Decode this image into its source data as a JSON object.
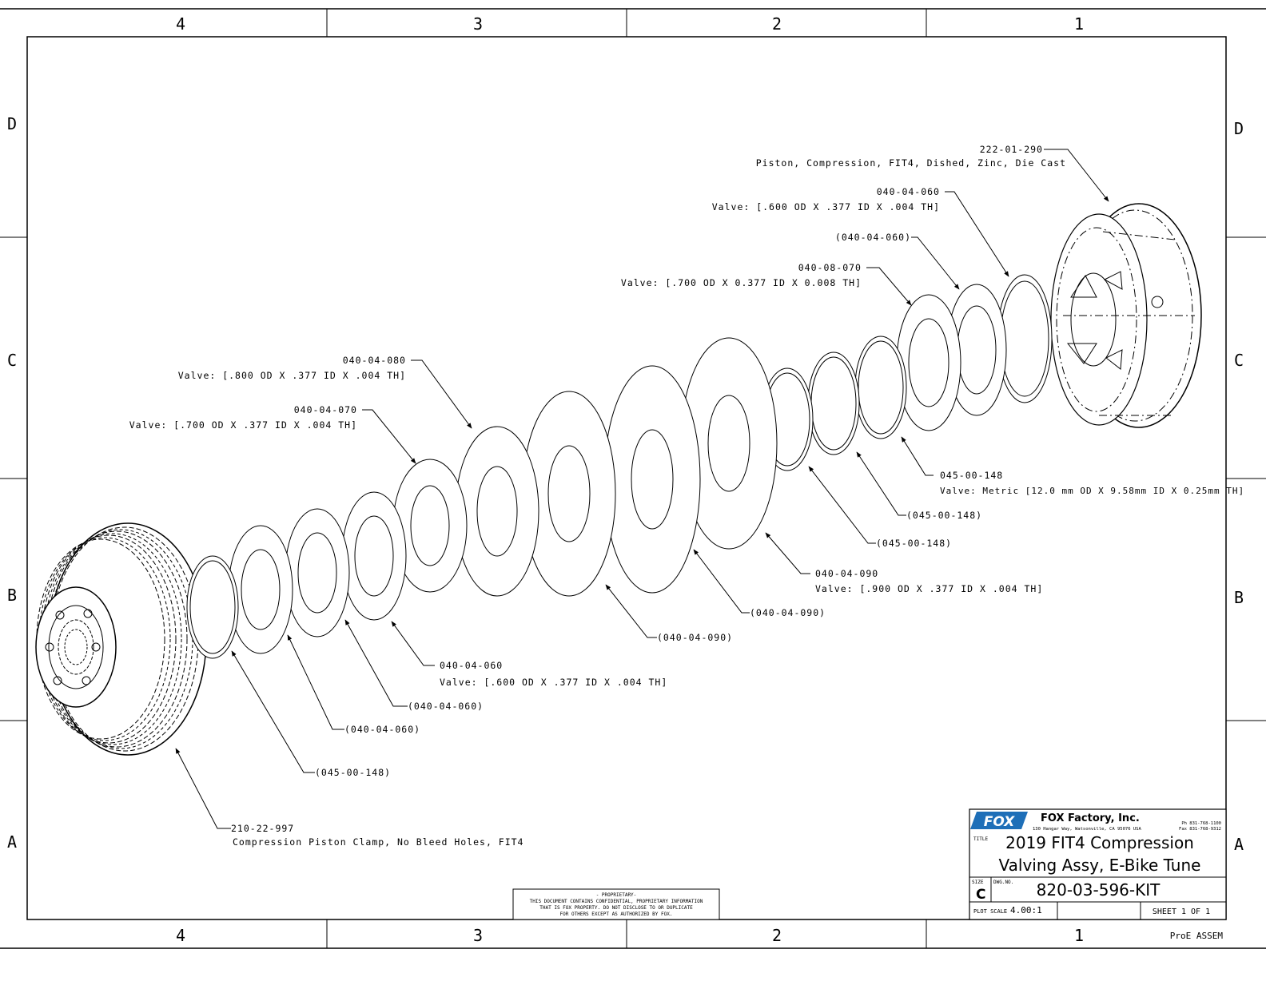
{
  "sheet": {
    "zones_top": [
      "4",
      "3",
      "2",
      "1"
    ],
    "zones_side": [
      "D",
      "C",
      "B",
      "A"
    ]
  },
  "callouts": [
    {
      "id": "c1",
      "pn": "222-01-290",
      "desc": "Piston, Compression, FIT4, Dished, Zinc, Die Cast"
    },
    {
      "id": "c2",
      "pn": "040-04-060",
      "desc": "Valve: [.600 OD X .377 ID X .004 TH]"
    },
    {
      "id": "c3",
      "pn": "(040-04-060)",
      "desc": ""
    },
    {
      "id": "c4",
      "pn": "040-08-070",
      "desc": "Valve: [.700 OD X 0.377 ID X 0.008 TH]"
    },
    {
      "id": "c5",
      "pn": "040-04-080",
      "desc": "Valve: [.800 OD X .377 ID X .004 TH]"
    },
    {
      "id": "c6",
      "pn": "040-04-070",
      "desc": "Valve: [.700 OD X .377 ID X .004 TH]"
    },
    {
      "id": "c7",
      "pn": "045-00-148",
      "desc": "Valve: Metric [12.0 mm OD X 9.58mm ID X 0.25mm TH]"
    },
    {
      "id": "c8",
      "pn": "(045-00-148)",
      "desc": ""
    },
    {
      "id": "c9",
      "pn": "(045-00-148)",
      "desc": ""
    },
    {
      "id": "c10",
      "pn": "040-04-090",
      "desc": "Valve: [.900 OD X .377 ID X .004 TH]"
    },
    {
      "id": "c11",
      "pn": "(040-04-090)",
      "desc": ""
    },
    {
      "id": "c12",
      "pn": "(040-04-090)",
      "desc": ""
    },
    {
      "id": "c13",
      "pn": "040-04-060",
      "desc": "Valve: [.600 OD X .377 ID X .004 TH]"
    },
    {
      "id": "c14",
      "pn": "(040-04-060)",
      "desc": ""
    },
    {
      "id": "c15",
      "pn": "(040-04-060)",
      "desc": ""
    },
    {
      "id": "c16",
      "pn": "(045-00-148)",
      "desc": ""
    },
    {
      "id": "c17",
      "pn": "210-22-997",
      "desc": "Compression Piston Clamp, No Bleed Holes, FIT4"
    }
  ],
  "proprietary": {
    "heading": "- PROPRIETARY-",
    "line1": "THIS DOCUMENT CONTAINS CONFIDENTIAL, PROPRIETARY INFORMATION",
    "line2": "THAT IS FOX PROPERTY.  DO NOT DISCLOSE TO OR DUPLICATE",
    "line3": "FOR OTHERS EXCEPT AS AUTHORIZED BY FOX."
  },
  "title_block": {
    "logo": "FOX",
    "company": "FOX Factory, Inc.",
    "address": "130 Hangar Way, Watsonville, CA 95076 USA",
    "phone": "Ph 831-768-1100",
    "fax": "Fax 831-768-9312",
    "title_label": "TITLE",
    "title_line1": "2019 FIT4 Compression",
    "title_line2": "Valving Assy, E-Bike Tune",
    "size_label": "SIZE",
    "size_value": "C",
    "dwg_label": "DWG.NO.",
    "dwg_no": "820-03-596-KIT",
    "plot_scale_label": "PLOT SCALE",
    "plot_scale": "4.00:1",
    "sheet": "SHEET 1 OF 1",
    "footer": "ProE ASSEM"
  }
}
